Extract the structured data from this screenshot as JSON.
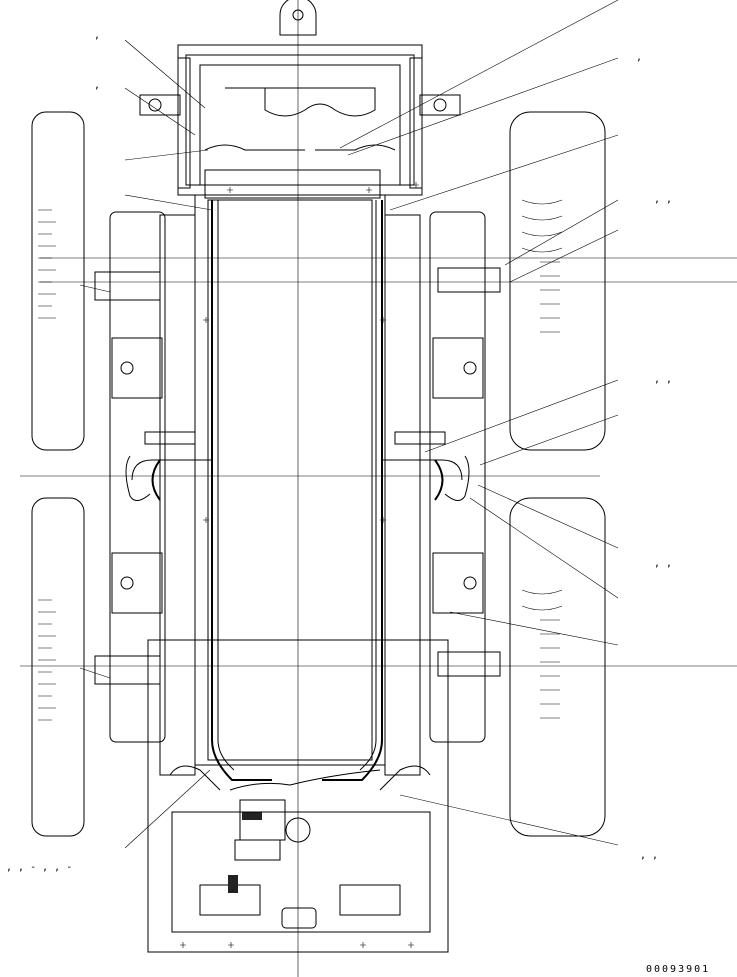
{
  "drawing_number": "00093901",
  "callout_marks": [
    {
      "id": "tl1",
      "text": ","
    },
    {
      "id": "tl2",
      "text": ","
    },
    {
      "id": "tr1",
      "text": ","
    },
    {
      "id": "tr2",
      "text": ",   ,"
    },
    {
      "id": "tr3",
      "text": ",   ,"
    },
    {
      "id": "tr4",
      "text": ",   ,"
    },
    {
      "id": "br1",
      "text": ",   ,"
    },
    {
      "id": "bl1",
      "text": ", , - , , -"
    }
  ]
}
